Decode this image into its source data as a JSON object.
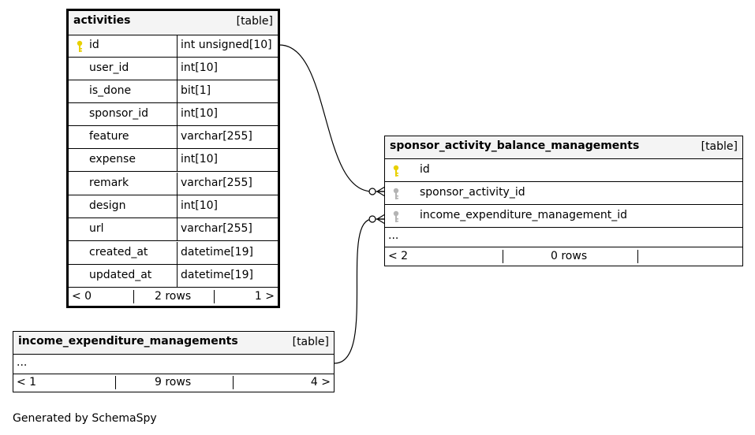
{
  "tables": {
    "activities": {
      "name": "activities",
      "kind": "[table]",
      "columns": [
        {
          "name": "id",
          "type": "int unsigned[10]",
          "key": "primary"
        },
        {
          "name": "user_id",
          "type": "int[10]",
          "key": ""
        },
        {
          "name": "is_done",
          "type": "bit[1]",
          "key": ""
        },
        {
          "name": "sponsor_id",
          "type": "int[10]",
          "key": ""
        },
        {
          "name": "feature",
          "type": "varchar[255]",
          "key": ""
        },
        {
          "name": "expense",
          "type": "int[10]",
          "key": ""
        },
        {
          "name": "remark",
          "type": "varchar[255]",
          "key": ""
        },
        {
          "name": "design",
          "type": "int[10]",
          "key": ""
        },
        {
          "name": "url",
          "type": "varchar[255]",
          "key": ""
        },
        {
          "name": "created_at",
          "type": "datetime[19]",
          "key": ""
        },
        {
          "name": "updated_at",
          "type": "datetime[19]",
          "key": ""
        }
      ],
      "footer": {
        "parents": "< 0",
        "rows": "2 rows",
        "children": "1 >"
      }
    },
    "sponsor_activity_balance_managements": {
      "name": "sponsor_activity_balance_managements",
      "kind": "[table]",
      "columns": [
        {
          "name": "id",
          "key": "primary"
        },
        {
          "name": "sponsor_activity_id",
          "key": "foreign"
        },
        {
          "name": "income_expenditure_management_id",
          "key": "foreign"
        }
      ],
      "ellipsis": "...",
      "footer": {
        "parents": "< 2",
        "rows": "0 rows",
        "children": ""
      }
    },
    "income_expenditure_managements": {
      "name": "income_expenditure_managements",
      "kind": "[table]",
      "ellipsis": "...",
      "footer": {
        "parents": "< 1",
        "rows": "9 rows",
        "children": "4 >"
      }
    }
  },
  "colors": {
    "primary_key": "#e8d000",
    "foreign_key": "#b4b4b4",
    "header_bg": "#f4f4f4"
  },
  "generated_by": "Generated by SchemaSpy"
}
